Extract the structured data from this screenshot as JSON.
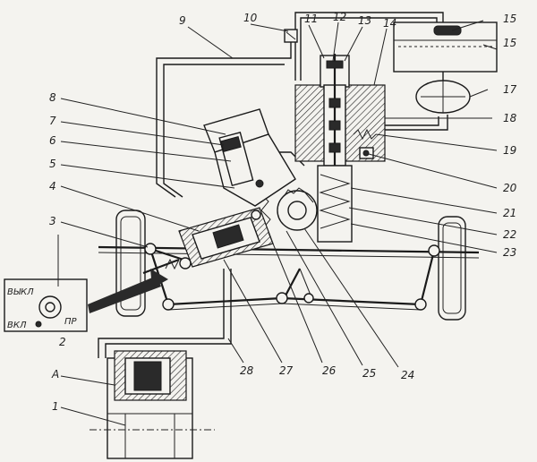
{
  "labels": {
    "n1": "1",
    "n2": "2",
    "n3": "3",
    "n4": "4",
    "n5": "5",
    "n6": "6",
    "n7": "7",
    "n8": "8",
    "n9": "9",
    "n10": "10",
    "n11": "11",
    "n12": "12",
    "n13": "13",
    "n14": "14",
    "n15a": "15",
    "n15b": "15",
    "n17": "17",
    "n18": "18",
    "n19": "19",
    "n20": "20",
    "n21": "21",
    "n22": "22",
    "n23": "23",
    "n24": "24",
    "n25": "25",
    "n26": "26",
    "n27": "27",
    "n28": "28",
    "nA": "А"
  },
  "switch_panel": {
    "off": "ВЫКЛ",
    "on": "ВКЛ",
    "right": "ПР"
  }
}
